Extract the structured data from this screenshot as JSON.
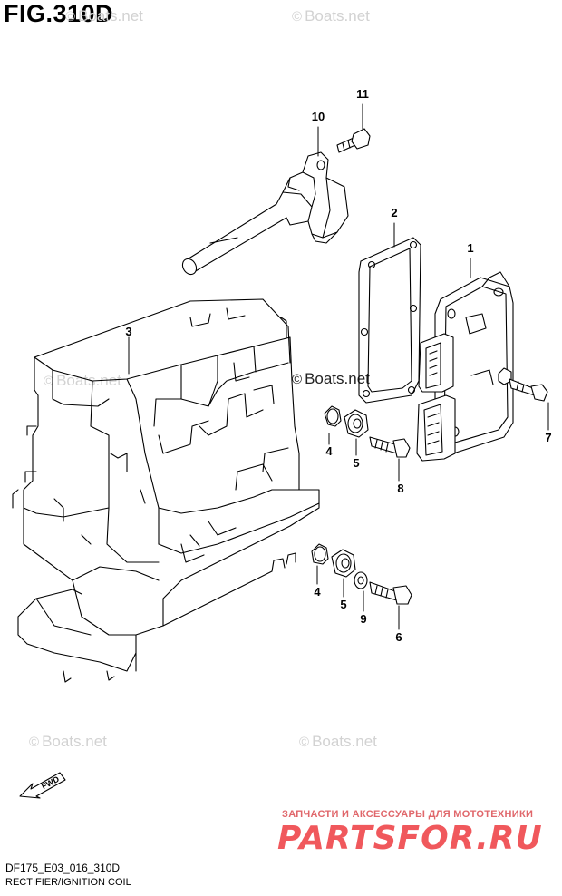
{
  "figure": {
    "title": "FIG.310D",
    "code": "DF175_E03_016_310D",
    "description": "RECTIFIER/IGNITION COIL"
  },
  "callouts": [
    {
      "id": "1",
      "label": "1"
    },
    {
      "id": "2",
      "label": "2"
    },
    {
      "id": "3",
      "label": "3"
    },
    {
      "id": "4a",
      "label": "4"
    },
    {
      "id": "4b",
      "label": "4"
    },
    {
      "id": "5a",
      "label": "5"
    },
    {
      "id": "5b",
      "label": "5"
    },
    {
      "id": "6",
      "label": "6"
    },
    {
      "id": "7",
      "label": "7"
    },
    {
      "id": "8",
      "label": "8"
    },
    {
      "id": "9",
      "label": "9"
    },
    {
      "id": "10",
      "label": "10"
    },
    {
      "id": "11",
      "label": "11"
    }
  ],
  "watermarks": {
    "text": "Boats.net",
    "symbol": "©"
  },
  "promo": {
    "line": "ЗАПЧАСТИ И АКСЕССУАРЫ ДЛЯ МОТОТЕХНИКИ",
    "logo": "PARTSFOR.RU"
  },
  "fwd_label": "FWD",
  "colors": {
    "line": "#000000",
    "watermark": "#d2d2d2",
    "promo": "#ee3b40"
  }
}
